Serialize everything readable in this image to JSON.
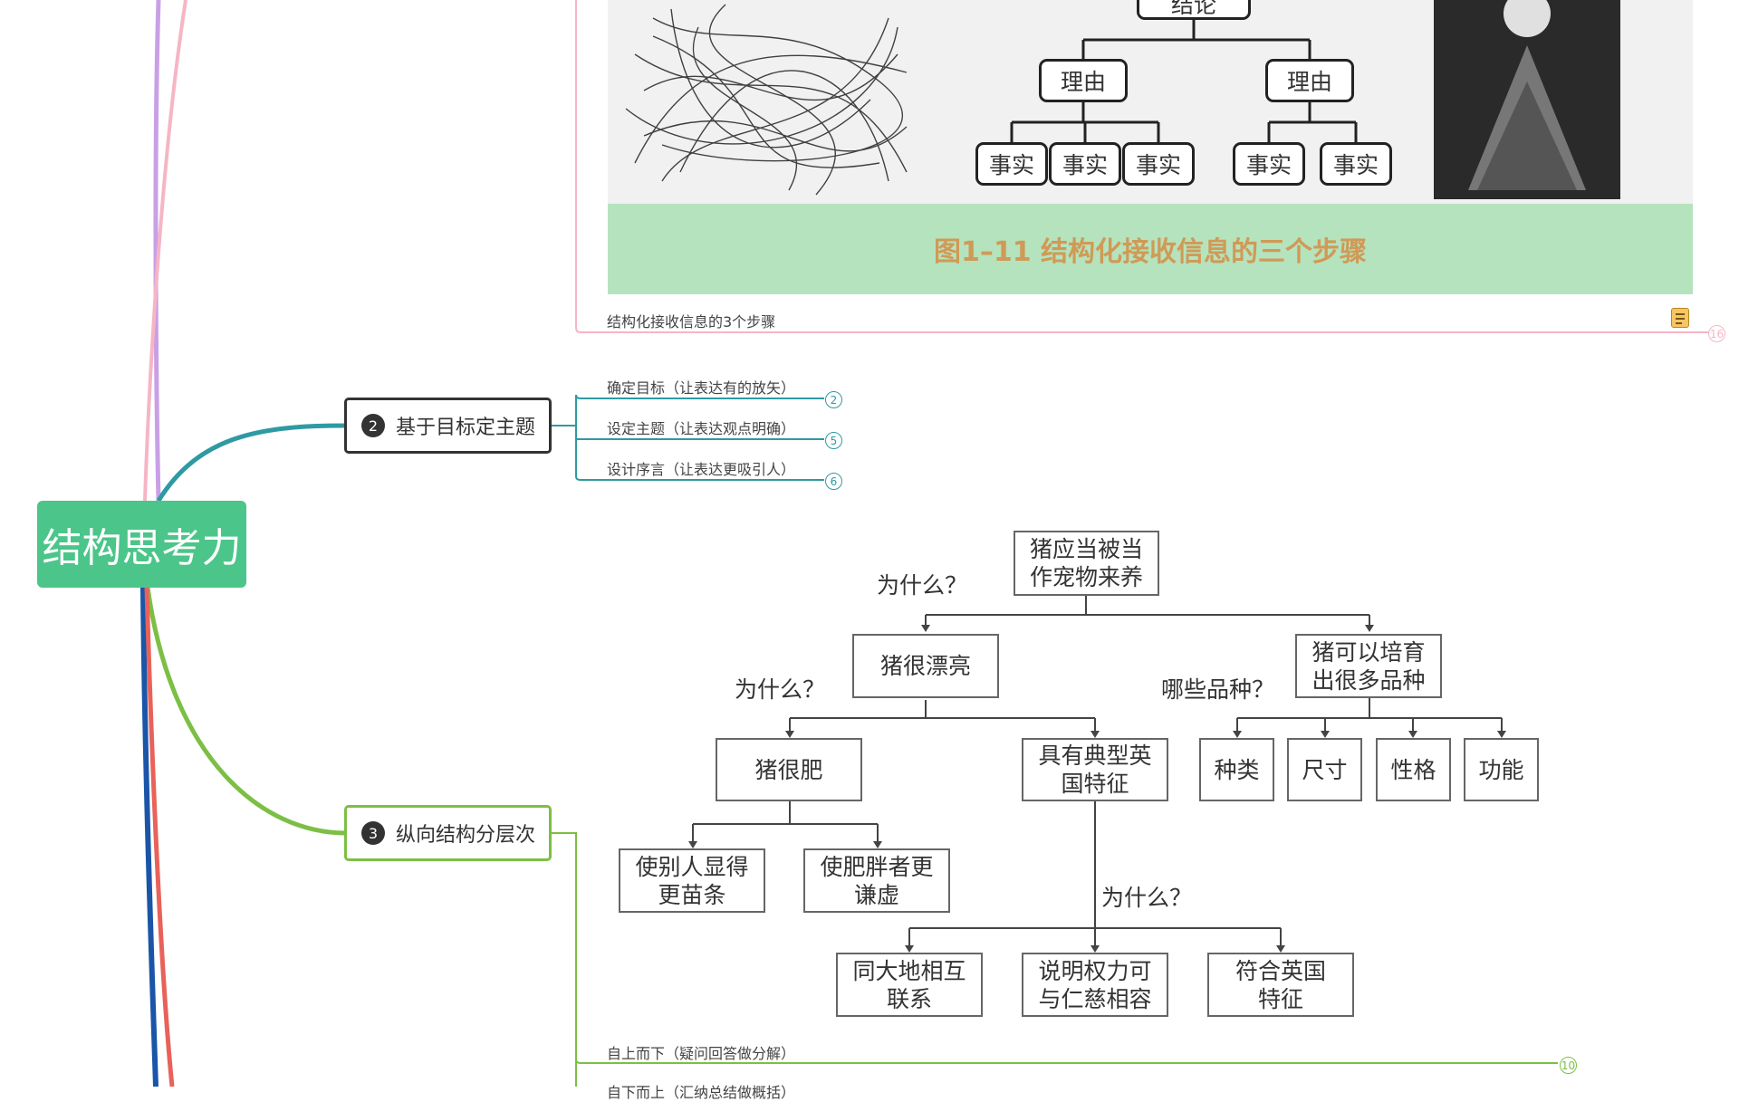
{
  "root": {
    "title": "结构思考力"
  },
  "branches": [
    {
      "number": "2",
      "label": "基于目标定主题"
    },
    {
      "number": "3",
      "label": "纵向结构分层次"
    }
  ],
  "branch2_children": [
    {
      "label": "确定目标（让表达有的放矢）",
      "count": "2"
    },
    {
      "label": "设定主题（让表达观点明确）",
      "count": "5"
    },
    {
      "label": "设计序言（让表达更吸引人）",
      "count": "6"
    }
  ],
  "figure": {
    "top_partial_label": "结论",
    "reason_labels": [
      "理由",
      "理由"
    ],
    "fact_labels": [
      "事实",
      "事实",
      "事实",
      "事实",
      "事实"
    ],
    "caption": "图1–11 结构化接收信息的三个步骤",
    "node_label": "结构化接收信息的3个步骤",
    "count": "16"
  },
  "tree": {
    "root": "猪应当被当\n作宠物来养",
    "q_top": "为什么？",
    "left": "猪很漂亮",
    "right": "猪可以培育\n出很多品种",
    "q_left": "为什么？",
    "q_right": "哪些品种？",
    "fat": "猪很肥",
    "british": "具有典型英\n国特征",
    "kinds": [
      "种类",
      "尺寸",
      "性格",
      "功能"
    ],
    "slim": "使别人显得\n更苗条",
    "humble": "使肥胖者更\n谦虚",
    "q_bottom": "为什么？",
    "bottom": [
      "同大地相互\n联系",
      "说明权力可\n与仁慈相容",
      "符合英国\n特征"
    ]
  },
  "branch3_children": [
    {
      "label": "自上而下（疑问回答做分解）",
      "count": "10"
    },
    {
      "label": "自下而上（汇纳总结做概括）",
      "count": ""
    }
  ],
  "colors": {
    "root": "#4bc589",
    "branch2": "#2e9aa3",
    "branch3": "#7cbf45",
    "pink": "#f6b5c5",
    "purple": "#c9a0e6",
    "caption_bg": "#b5e3bd",
    "caption_text": "#d09a56"
  }
}
